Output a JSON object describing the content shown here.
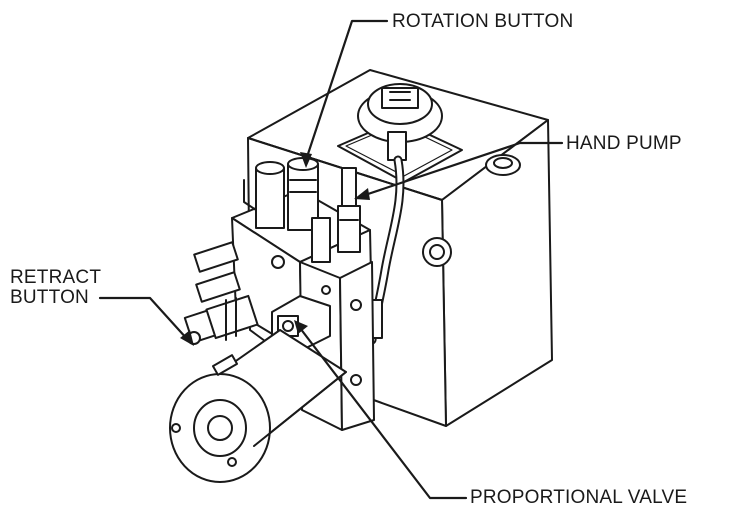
{
  "callouts": {
    "rotation_button": "ROTATION BUTTON",
    "hand_pump": "HAND PUMP",
    "retract_button_line1": "RETRACT",
    "retract_button_line2": "BUTTON",
    "proportional_valve": "PROPORTIONAL VALVE"
  },
  "colors": {
    "ink": "#1a1a1a",
    "background": "#ffffff",
    "body_fill": "#ffffff"
  }
}
